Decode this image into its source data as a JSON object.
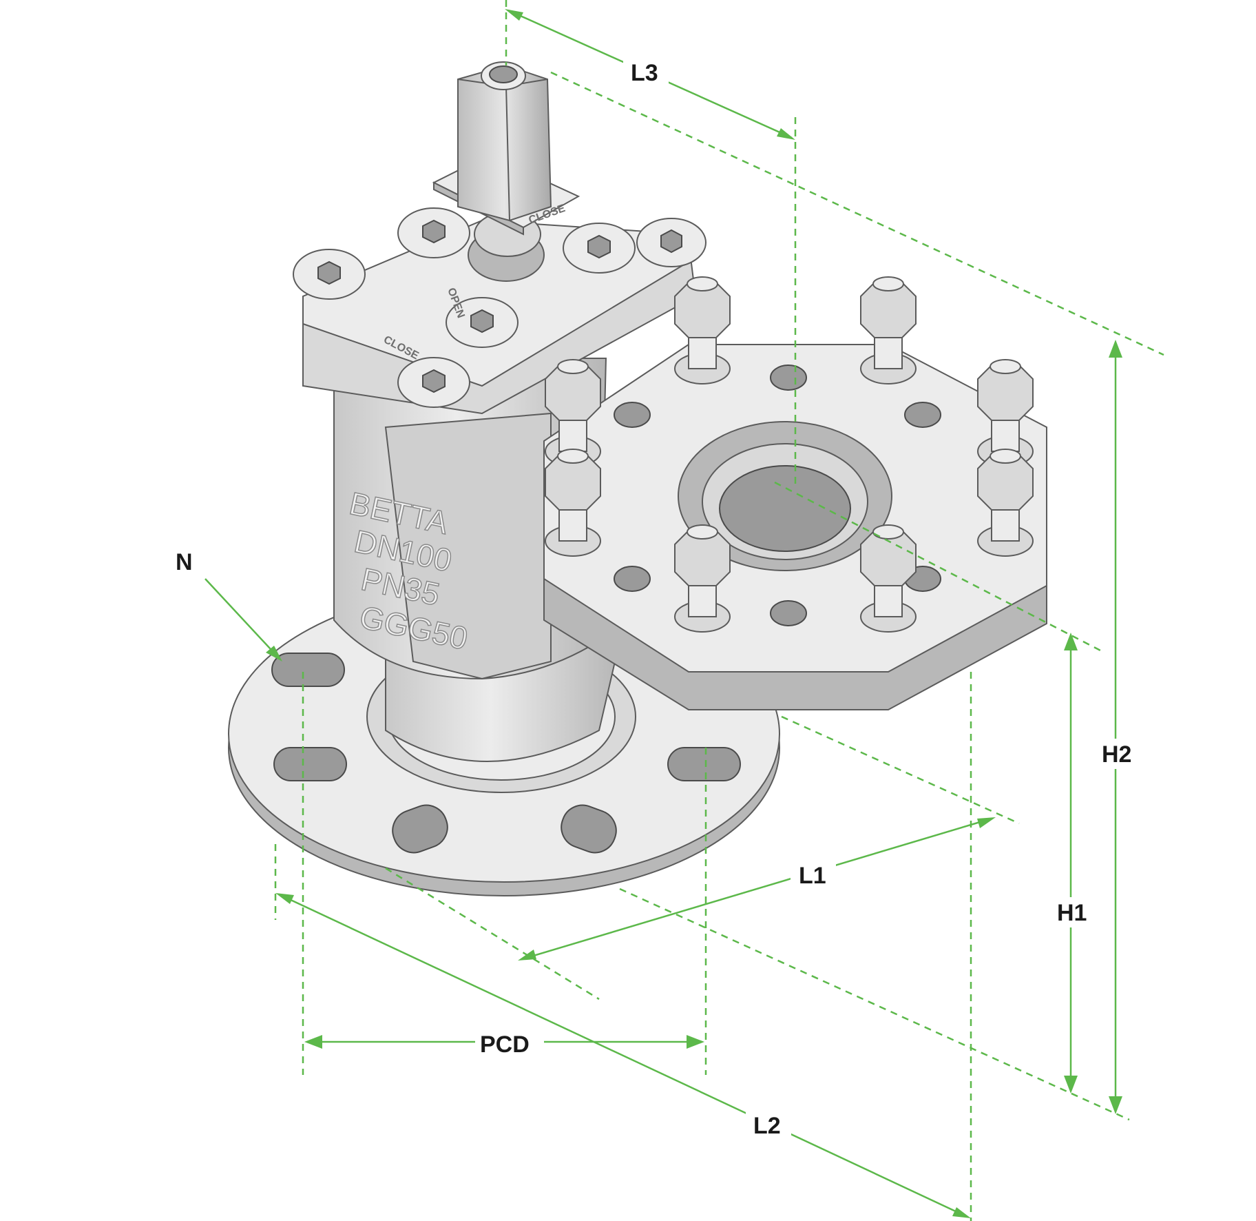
{
  "dimensions": {
    "L1": "L1",
    "L2": "L2",
    "L3": "L3",
    "H1": "H1",
    "H2": "H2",
    "PCD": "PCD",
    "N": "N"
  },
  "body_marking": {
    "line1": "BETTA",
    "line2": "DN100",
    "line3": "PN35",
    "line4": "GGG50"
  },
  "handle_marking": {
    "close_top": "CLOSE",
    "close_left": "CLOSE",
    "open": "OPEN"
  },
  "colors": {
    "dimension": "#5cb84a",
    "label": "#1a1a1a",
    "metal": "#d9d9d9"
  }
}
